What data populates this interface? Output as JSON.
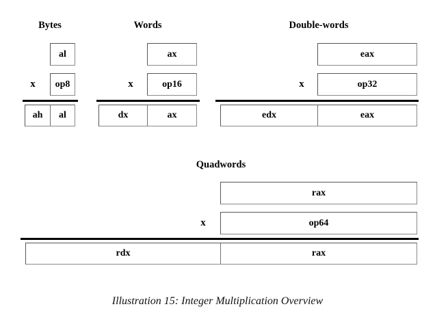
{
  "figure": {
    "caption": "Illustration 15: Integer Multiplication Overview"
  },
  "groups": {
    "bytes": {
      "title": "Bytes",
      "multiplicand": "al",
      "operator": "x",
      "operand": "op8",
      "result_high": "ah",
      "result_low": "al"
    },
    "words": {
      "title": "Words",
      "multiplicand": "ax",
      "operator": "x",
      "operand": "op16",
      "result_high": "dx",
      "result_low": "ax"
    },
    "doublewords": {
      "title": "Double-words",
      "multiplicand": "eax",
      "operator": "x",
      "operand": "op32",
      "result_high": "edx",
      "result_low": "eax"
    },
    "quadwords": {
      "title": "Quadwords",
      "multiplicand": "rax",
      "operator": "x",
      "operand": "op64",
      "result_high": "rdx",
      "result_low": "rax"
    }
  }
}
